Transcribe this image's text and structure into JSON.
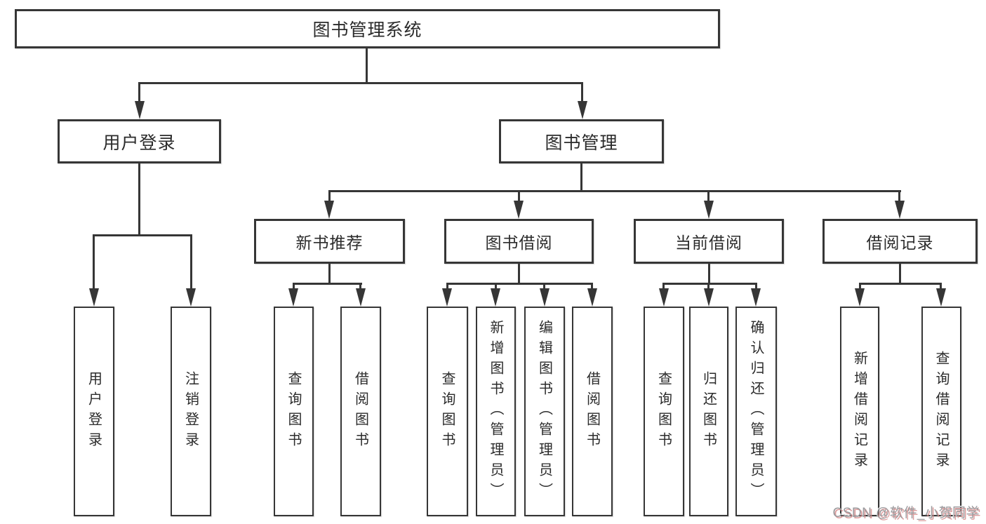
{
  "tree": {
    "root": "图书管理系统",
    "level2": [
      {
        "label": "用户登录",
        "children": [
          "用户登录",
          "注销登录"
        ]
      },
      {
        "label": "图书管理",
        "children": [
          {
            "label": "新书推荐",
            "children": [
              "查询图书",
              "借阅图书"
            ]
          },
          {
            "label": "图书借阅",
            "children": [
              "查询图书",
              "新增图书（管理员）",
              "编辑图书（管理员）",
              "借阅图书"
            ]
          },
          {
            "label": "当前借阅",
            "children": [
              "查询图书",
              "归还图书",
              "确认归还（管理员）"
            ]
          },
          {
            "label": "借阅记录",
            "children": [
              "新增借阅记录",
              "查询借阅记录"
            ]
          }
        ]
      }
    ]
  },
  "watermark": "CSDN @软件_小贺同学",
  "colors": {
    "line": "#363636",
    "text": "#2b2b2b",
    "box_fill": "#ffffff",
    "watermark_gray": "#9b9b9e",
    "watermark_red": "#d68c8c"
  }
}
